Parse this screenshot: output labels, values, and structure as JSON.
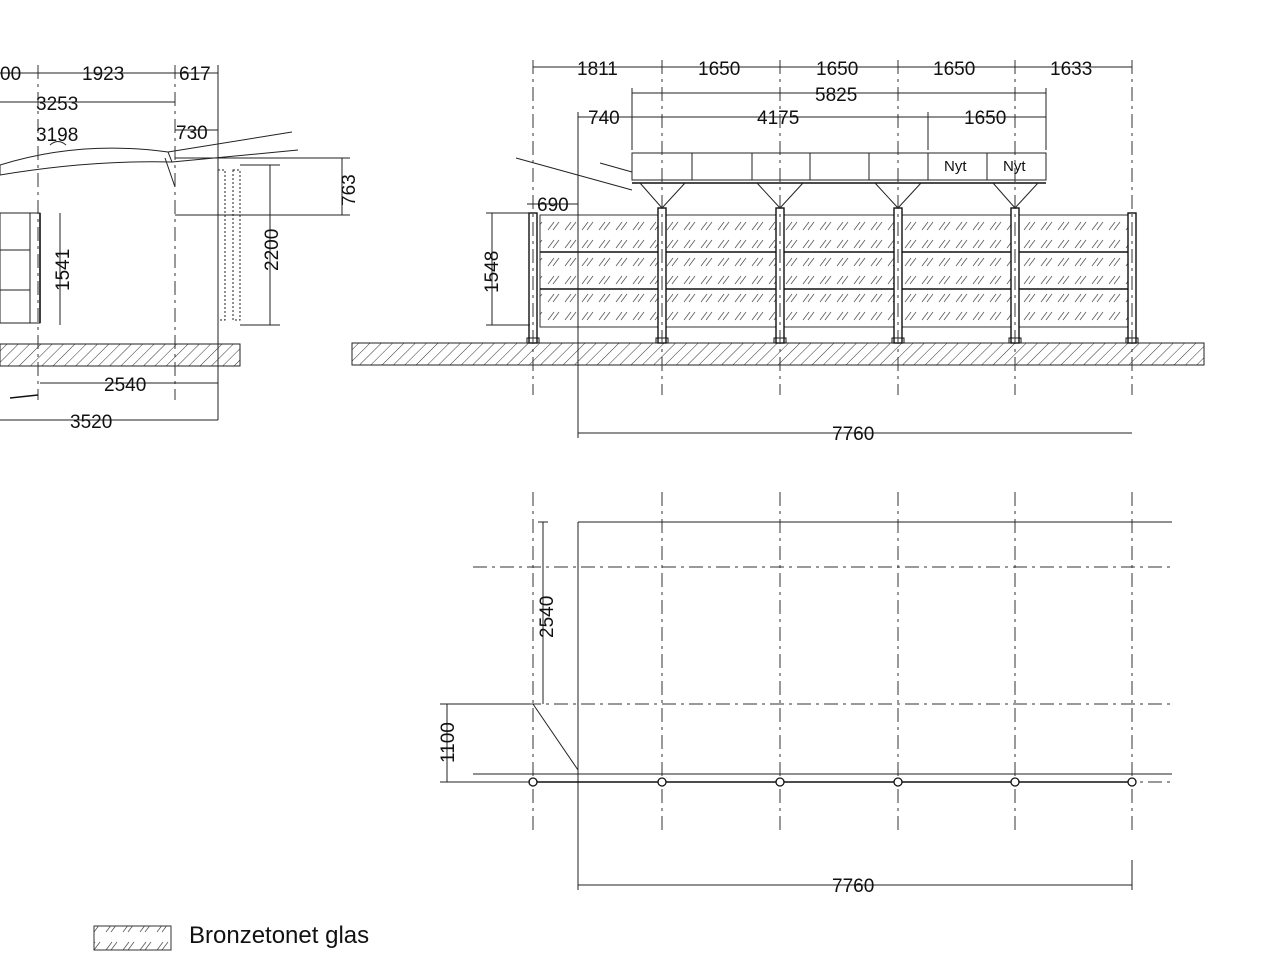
{
  "legend": {
    "label": "Bronzetonet glas"
  },
  "labels": {
    "nyt": "Nyt"
  },
  "side_elevation": {
    "dims": [
      "00",
      "1923",
      "617",
      "3253",
      "3198",
      "730",
      "763",
      "2200",
      "1541",
      "2540",
      "3520"
    ]
  },
  "front_elevation": {
    "top_row": [
      "1811",
      "1650",
      "1650",
      "1650",
      "1633"
    ],
    "span_5825": "5825",
    "row3": [
      "740",
      "4175",
      "1650"
    ],
    "dim_690": "690",
    "dim_1548": "1548",
    "total": "7760"
  },
  "plan": {
    "depth": "2540",
    "offset": "1100",
    "total": "7760"
  }
}
